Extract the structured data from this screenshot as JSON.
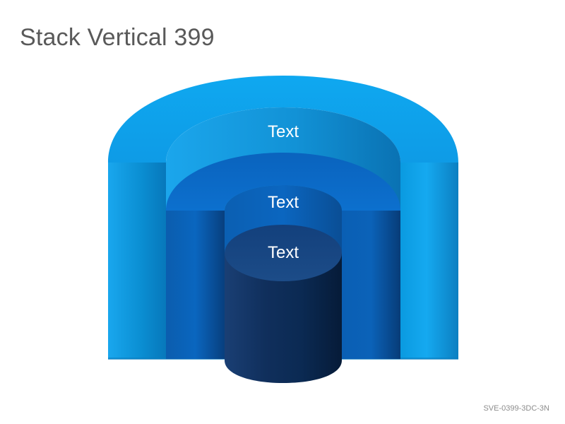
{
  "header": {
    "title": "Stack Vertical 399"
  },
  "diagram": {
    "layers": [
      {
        "id": "outer",
        "label": "Text",
        "color": "#0EA5EC"
      },
      {
        "id": "middle",
        "label": "Text",
        "color": "#0A6FC4"
      },
      {
        "id": "inner",
        "label": "Text",
        "color": "#0F3A73"
      }
    ]
  },
  "footer": {
    "code": "SVE-0399-3DC-3N"
  }
}
